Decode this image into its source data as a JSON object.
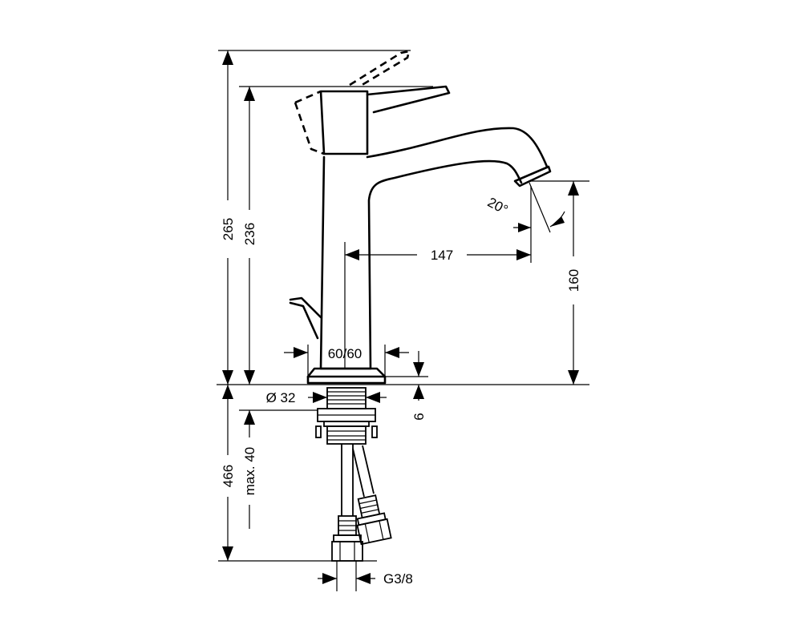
{
  "dimensions": {
    "total_height": "265",
    "lever_height": "236",
    "spout_reach": "147",
    "spout_angle": "20°",
    "outlet_height": "160",
    "base_size": "60/60",
    "base_thickness": "6",
    "shank_diameter": "Ø 32",
    "hose_length": "466",
    "max_deck_thickness": "max. 40",
    "connection_thread": "G3/8"
  }
}
